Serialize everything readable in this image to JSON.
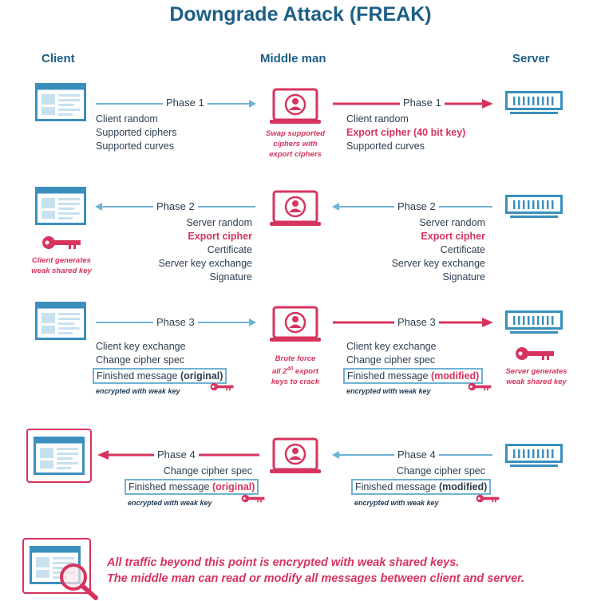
{
  "title": "Downgrade Attack (FREAK)",
  "columns": {
    "client": "Client",
    "middle": "Middle man",
    "server": "Server"
  },
  "phase1": {
    "left_label": "Phase 1",
    "right_label": "Phase 1",
    "left_lines": [
      "Client random",
      "Supported ciphers",
      "Supported curves"
    ],
    "right_lines": [
      "Client random",
      "Export cipher (40 bit key)",
      "Supported curves"
    ],
    "middle_note": [
      "Swap supported",
      "ciphers with",
      "export ciphers"
    ]
  },
  "phase2": {
    "left_label": "Phase 2",
    "right_label": "Phase 2",
    "left_lines": [
      "Server random",
      "Export cipher",
      "Certificate",
      "Server key exchange",
      "Signature"
    ],
    "right_lines": [
      "Server random",
      "Export cipher",
      "Certificate",
      "Server key exchange",
      "Signature"
    ],
    "client_note": [
      "Client generates",
      "weak shared key"
    ]
  },
  "phase3": {
    "left_label": "Phase 3",
    "right_label": "Phase 3",
    "left_lines": [
      "Client key exchange",
      "Change cipher spec"
    ],
    "left_finished": "Finished message",
    "left_finished_tag": "(original)",
    "left_enc": "encrypted with weak key",
    "right_lines": [
      "Client key exchange",
      "Change cipher spec"
    ],
    "right_finished": "Finished message",
    "right_finished_tag": "(modified)",
    "right_enc": "encrypted with weak key",
    "middle_note_1": "Brute force",
    "middle_note_2a": "all 2",
    "middle_note_2sup": "40",
    "middle_note_2b": " export",
    "middle_note_3": "keys to crack",
    "server_note": [
      "Server generates",
      "weak shared key"
    ]
  },
  "phase4": {
    "left_label": "Phase 4",
    "right_label": "Phase 4",
    "left_line": "Change cipher spec",
    "left_finished": "Finished message",
    "left_finished_tag": "(original)",
    "left_enc": "encrypted with weak key",
    "right_line": "Change cipher spec",
    "right_finished": "Finished message",
    "right_finished_tag": "(modified)",
    "right_enc": "encrypted with weak key"
  },
  "bottom": {
    "line1": "All traffic beyond this point is encrypted with weak shared keys.",
    "line2": "The middle man can read or modify all messages between client and server."
  },
  "colors": {
    "blue": "#3b8fbd",
    "light_blue": "#6fb2d3",
    "red": "#d6345e",
    "title": "#1d5f86"
  },
  "icons": [
    "browser-window-icon",
    "laptop-user-icon",
    "server-icon",
    "key-icon",
    "magnifier-icon"
  ]
}
